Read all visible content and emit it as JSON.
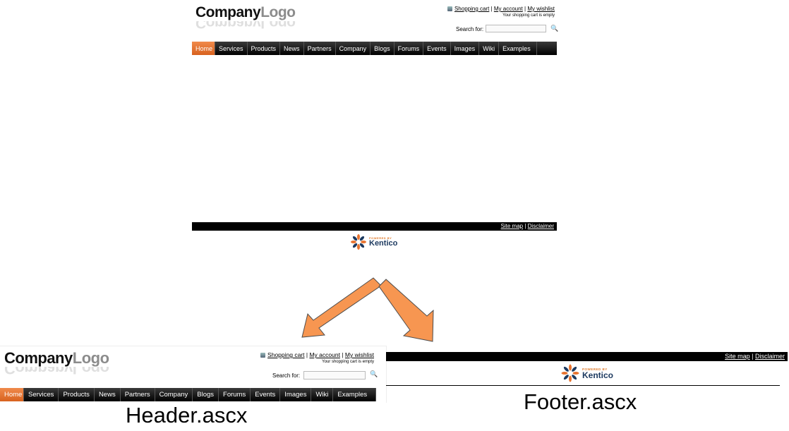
{
  "header": {
    "logo_part1": "Company",
    "logo_part2": "Logo",
    "shopping_cart": "Shopping cart",
    "separator": "|",
    "my_account": "My account",
    "my_wishlist": "My wishlist",
    "cart_note": "Your shopping cart is empty",
    "search_label": "Search for:",
    "search_value": "",
    "search_icon": "magnifier-icon",
    "cart_icon": "cart-icon"
  },
  "menu": {
    "items": [
      "Home",
      "Services",
      "Products",
      "News",
      "Partners",
      "Company",
      "Blogs",
      "Forums",
      "Events",
      "Images",
      "Wiki",
      "Examples"
    ],
    "active": "Home",
    "active_color": "#e8732f",
    "bar_color": "#000000"
  },
  "footer": {
    "site_map": "Site map",
    "separator": "|",
    "disclaimer": "Disclaimer",
    "powered_by": "POWERED BY",
    "brand": "Kentico"
  },
  "captions": {
    "header": "Header.ascx",
    "footer": "Footer.ascx"
  },
  "colors": {
    "arrow_fill": "#f79651",
    "arrow_stroke": "#4d4d4d"
  }
}
